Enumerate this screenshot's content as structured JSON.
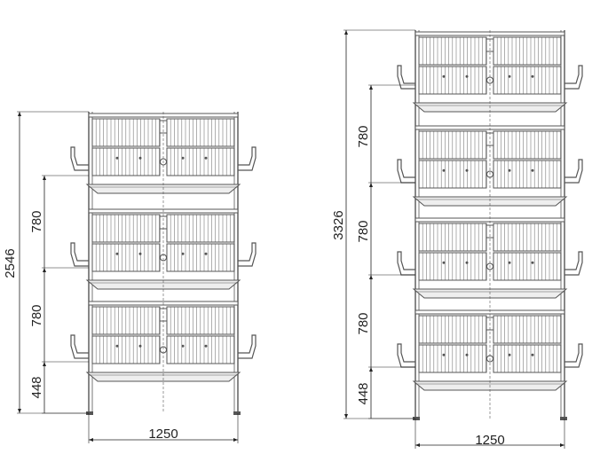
{
  "colors": {
    "line": "#555555",
    "grid": "#7a7a7a",
    "dim": "#222222",
    "tray": "#eeeeee",
    "background": "#ffffff"
  },
  "left_unit": {
    "tiers": 3,
    "height_label": "2546",
    "width_label": "1250",
    "tier_spacing_labels": [
      "780",
      "780"
    ],
    "base_label": "448"
  },
  "right_unit": {
    "tiers": 4,
    "height_label": "3326",
    "width_label": "1250",
    "tier_spacing_labels": [
      "780",
      "780",
      "780"
    ],
    "base_label": "448"
  }
}
